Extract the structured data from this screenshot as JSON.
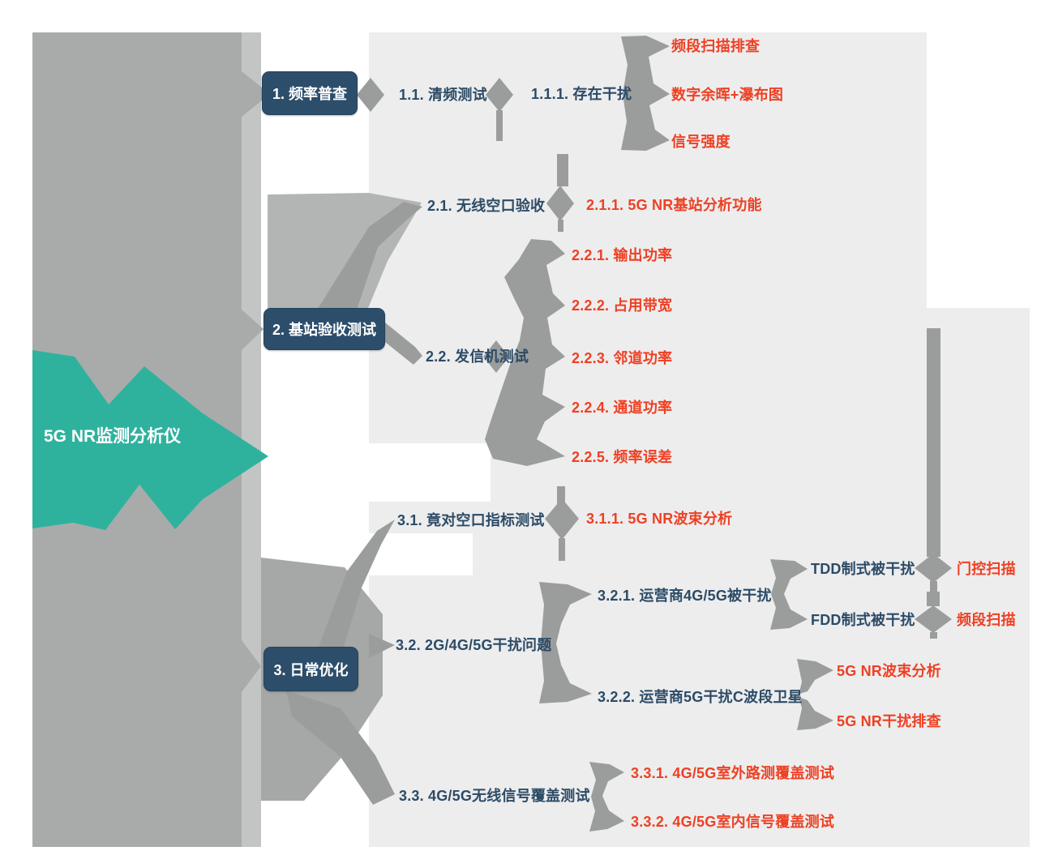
{
  "diagram_type": "mindmap",
  "colors": {
    "root_teal": "#2FB29D",
    "branch_box_blue": "#2D4E6B",
    "node_text_blue": "#2C4B66",
    "leaf_text_red": "#EE4023",
    "connector_gray": "#9B9D9C",
    "band_gray": "#A9ABAA",
    "panel_gray": "#EDEDEE"
  },
  "mindmap": {
    "root": "5G NR监测分析仪",
    "branches": [
      {
        "label": "1. 频率普查",
        "children": [
          {
            "label": "1.1. 清频测试",
            "children": [
              {
                "label": "1.1.1. 存在干扰",
                "children": [
                  {
                    "label": "频段扫描排查"
                  },
                  {
                    "label": "数字余晖+瀑布图"
                  },
                  {
                    "label": "信号强度"
                  }
                ]
              }
            ]
          }
        ]
      },
      {
        "label": "2. 基站验收测试",
        "children": [
          {
            "label": "2.1. 无线空口验收",
            "children": [
              {
                "label": "2.1.1. 5G NR基站分析功能"
              }
            ]
          },
          {
            "label": "2.2. 发信机测试",
            "children": [
              {
                "label": "2.2.1. 输出功率"
              },
              {
                "label": "2.2.2. 占用带宽"
              },
              {
                "label": "2.2.3. 邻道功率"
              },
              {
                "label": "2.2.4. 通道功率"
              },
              {
                "label": "2.2.5. 频率误差"
              }
            ]
          }
        ]
      },
      {
        "label": "3. 日常优化",
        "children": [
          {
            "label": "3.1. 竟对空口指标测试",
            "children": [
              {
                "label": "3.1.1. 5G NR波束分析"
              }
            ]
          },
          {
            "label": "3.2. 2G/4G/5G干扰问题",
            "children": [
              {
                "label": "3.2.1. 运营商4G/5G被干扰",
                "children": [
                  {
                    "label": "TDD制式被干扰",
                    "children": [
                      {
                        "label": "门控扫描"
                      }
                    ]
                  },
                  {
                    "label": "FDD制式被干扰",
                    "children": [
                      {
                        "label": "频段扫描"
                      }
                    ]
                  }
                ]
              },
              {
                "label": "3.2.2. 运营商5G干扰C波段卫星",
                "children": [
                  {
                    "label": "5G NR波束分析"
                  },
                  {
                    "label": "5G NR干扰排查"
                  }
                ]
              }
            ]
          },
          {
            "label": "3.3. 4G/5G无线信号覆盖测试",
            "children": [
              {
                "label": "3.3.1. 4G/5G室外路测覆盖测试"
              },
              {
                "label": "3.3.2. 4G/5G室内信号覆盖测试"
              }
            ]
          }
        ]
      }
    ]
  }
}
